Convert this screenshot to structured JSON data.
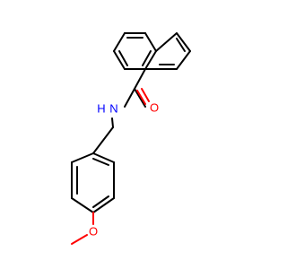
{
  "molecule": {
    "atom_labels": {
      "amide_oxygen": "O",
      "amide_nitrogen": "N",
      "amide_hydrogen": "H",
      "ether_oxygen": "O"
    },
    "colors": {
      "bond": "#000000",
      "oxygen": "#ff0000",
      "nitrogen": "#0000ff"
    }
  }
}
